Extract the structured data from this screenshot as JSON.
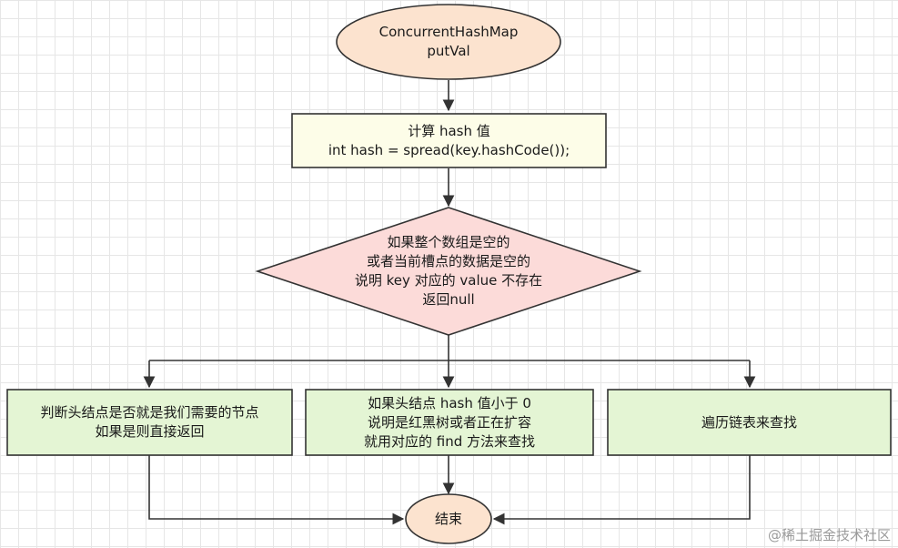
{
  "nodes": {
    "start": {
      "lines": [
        "ConcurrentHashMap",
        "putVal"
      ]
    },
    "compute_hash": {
      "lines": [
        "计算 hash 值",
        "int hash = spread(key.hashCode());"
      ]
    },
    "check_empty": {
      "lines": [
        "如果整个数组是空的",
        "或者当前槽点的数据是空的",
        "说明 key 对应的 value 不存在",
        "返回null"
      ]
    },
    "head_match": {
      "lines": [
        "判断头结点是否就是我们需要的节点",
        "如果是则直接返回"
      ]
    },
    "hash_negative": {
      "lines": [
        "如果头结点 hash 值小于 0",
        "说明是红黑树或者正在扩容",
        "就用对应的 find 方法来查找"
      ]
    },
    "traverse_list": {
      "lines": [
        "遍历链表来查找"
      ]
    },
    "end": {
      "lines": [
        "结束"
      ]
    }
  },
  "watermark": "@稀土掘金技术社区",
  "colors": {
    "ellipse_fill": "#fce3cf",
    "rect_fill": "#fdfde8",
    "diamond_fill": "#fcdbd9",
    "green_fill": "#e4f5d4",
    "stroke": "#333333"
  }
}
